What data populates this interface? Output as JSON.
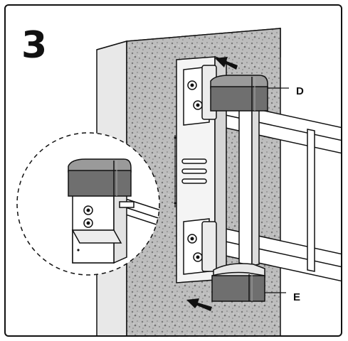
{
  "step": {
    "number": "3"
  },
  "labels": {
    "d": "D",
    "e": "E"
  },
  "colors": {
    "wall_texture": "#b4b4b4",
    "wall_edge": "#e6e6e6",
    "cap_dark": "#6f6f6f",
    "cap_light": "#9a9a9a",
    "outline": "#111111"
  },
  "icons": [
    "push-arrow-icon",
    "push-arrow-icon"
  ]
}
